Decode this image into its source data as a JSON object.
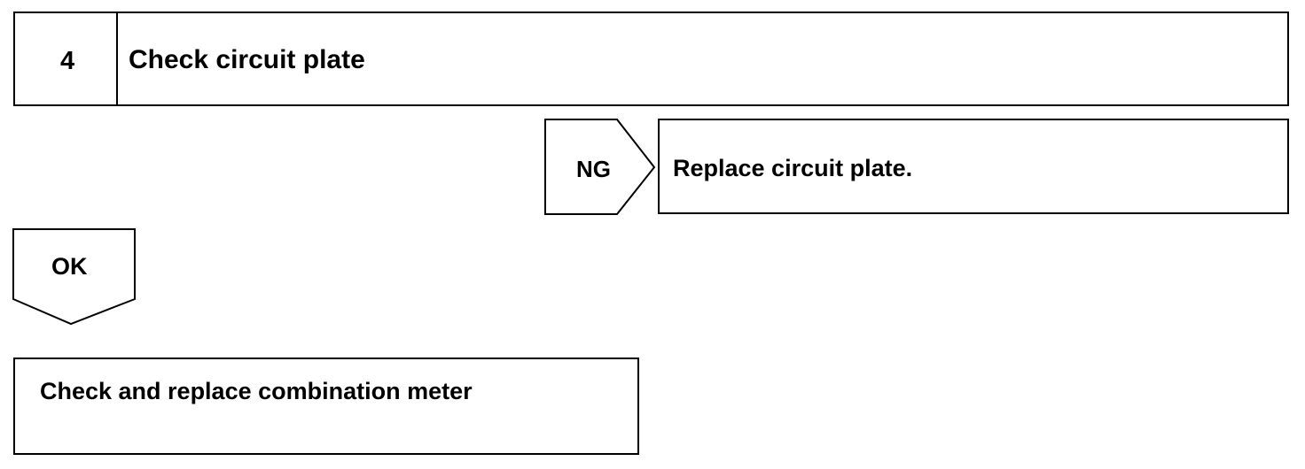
{
  "step": {
    "number": "4",
    "title": "Check circuit plate"
  },
  "ng_branch": {
    "label": "NG",
    "result": "Replace circuit plate."
  },
  "ok_branch": {
    "label": "OK"
  },
  "final_action": {
    "text": "Check and replace combination meter"
  },
  "colors": {
    "line": "#000000",
    "background": "#ffffff"
  }
}
